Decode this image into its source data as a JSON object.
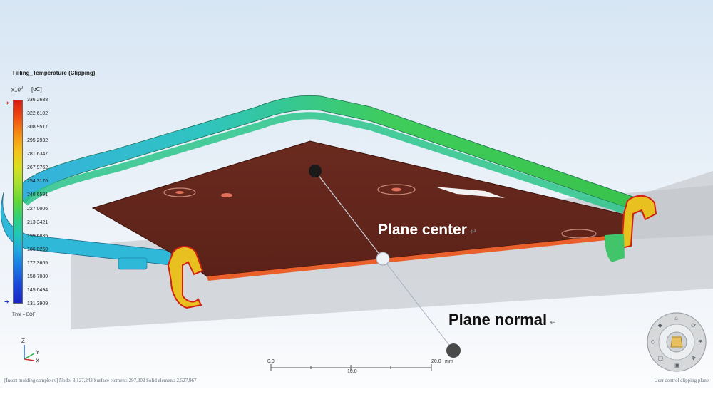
{
  "result": {
    "title": "Filling_Temperature (Clipping)",
    "scale_base": "x10",
    "scale_exp": "0",
    "unit": "[oC]",
    "time": "Time = EOF",
    "legend_values": [
      "336.2688",
      "322.6102",
      "308.9517",
      "295.2932",
      "281.6347",
      "267.9762",
      "254.3176",
      "240.6591",
      "227.0006",
      "213.3421",
      "199.6835",
      "186.0250",
      "172.3665",
      "158.7080",
      "145.0494",
      "131.3909"
    ],
    "colors": {
      "max_marker": "#d11111",
      "min_marker": "#1538d8",
      "plate": "#6b2a1e",
      "frame": "#3fc86a"
    }
  },
  "annotations": {
    "plane_center": "Plane center",
    "plane_normal": "Plane normal",
    "return_glyph": "↵"
  },
  "axis_triad": {
    "z": "Z",
    "y": "Y",
    "x": "X"
  },
  "ruler": {
    "start": "0.0",
    "mid": "10.0",
    "end": "20.0",
    "unit": "mm"
  },
  "status": {
    "left": "[Insert molding sample.sv]  Node: 3,127,243  Surface element: 297,302  Solid element: 2,527,967",
    "right": "User control clipping plane"
  },
  "view_cube": {
    "icons": [
      "home-icon",
      "rotate-icon",
      "zoom-icon",
      "pan-icon",
      "fit-icon",
      "view-front-icon",
      "view-top-icon",
      "view-iso-icon"
    ]
  }
}
